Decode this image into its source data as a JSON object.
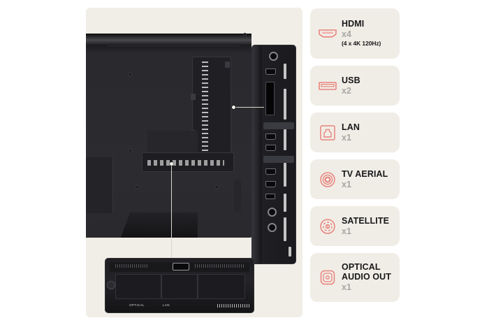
{
  "theme": {
    "page_background": "#ffffff",
    "panel_background": "#f1eee7",
    "card_background": "#f0ede6",
    "icon_accent": "#e8847c",
    "label_color": "#18181a",
    "quantity_color": "#a8a6a2"
  },
  "photo": {
    "alt_name": "tv-rear-ports-photo",
    "callouts": [
      {
        "id": "side-ports-callout",
        "target": "side-port-panel"
      },
      {
        "id": "bottom-ports-callout",
        "target": "bottom-port-closeup"
      }
    ],
    "inset_labels": {
      "optical": "OPTICAL",
      "lan": "LAN"
    }
  },
  "cards": [
    {
      "id": "hdmi",
      "icon": "hdmi-port-icon",
      "name": "HDMI",
      "qty": "x4",
      "note": "(4 x 4K 120Hz)"
    },
    {
      "id": "usb",
      "icon": "usb-port-icon",
      "name": "USB",
      "qty": "x2",
      "note": ""
    },
    {
      "id": "lan",
      "icon": "lan-port-icon",
      "name": "LAN",
      "qty": "x1",
      "note": ""
    },
    {
      "id": "tv-aerial",
      "icon": "coaxial-aerial-icon",
      "name": "TV AERIAL",
      "qty": "x1",
      "note": ""
    },
    {
      "id": "satellite",
      "icon": "satellite-port-icon",
      "name": "SATELLITE",
      "qty": "x1",
      "note": ""
    },
    {
      "id": "optical-audio-out",
      "icon": "optical-audio-icon",
      "name_line1": "OPTICAL",
      "name_line2": "AUDIO OUT",
      "qty": "x1",
      "note": ""
    }
  ]
}
